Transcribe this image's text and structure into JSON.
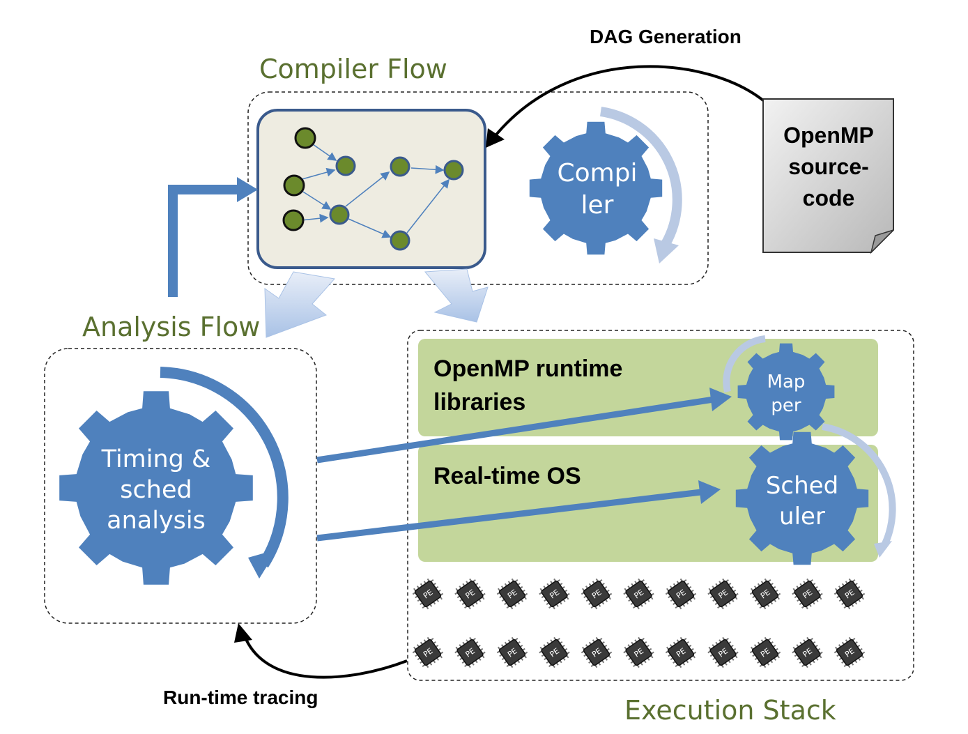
{
  "labels": {
    "dag_generation": "DAG Generation",
    "compiler_flow": "Compiler Flow",
    "analysis_flow": "Analysis Flow",
    "execution_stack": "Execution Stack",
    "run_time_tracing": "Run-time tracing",
    "runtime_libraries_line1": "OpenMP runtime",
    "runtime_libraries_line2": "libraries",
    "rtos": "Real-time OS"
  },
  "source_doc": {
    "line1": "OpenMP",
    "line2": "source-",
    "line3": "code"
  },
  "gears": {
    "compiler": {
      "line1": "Compi",
      "line2": "ler"
    },
    "timing": {
      "line1": "Timing &",
      "line2": "sched",
      "line3": "analysis"
    },
    "mapper": {
      "line1": "Map",
      "line2": "per"
    },
    "scheduler": {
      "line1": "Sched",
      "line2": "uler"
    }
  },
  "pe": {
    "chip_label": "PE",
    "rows": 2,
    "per_row": 11
  },
  "colors": {
    "gear_blue": "#4f81bd",
    "arrow_light": "#b9c9e3",
    "panel_green": "#c3d69b",
    "dag_box_fill": "#eeece1",
    "dag_node": "#6b8a2c",
    "label_green": "#5a7030",
    "doc_gray": "#d0d0d0"
  }
}
